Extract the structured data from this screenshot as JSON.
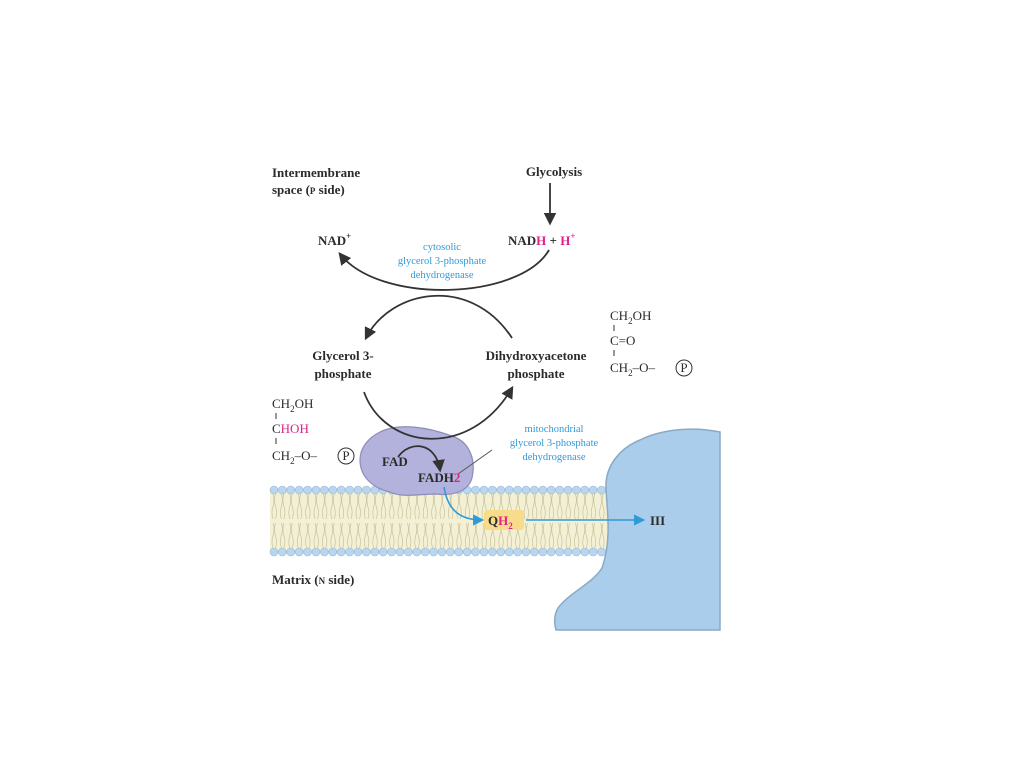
{
  "labels": {
    "intermembrane_line1": "Intermembrane",
    "intermembrane_line2_a": "space (",
    "intermembrane_line2_p": "P",
    "intermembrane_line2_b": " side)",
    "glycolysis": "Glycolysis",
    "nad": "NAD",
    "nad_sup": "+",
    "nadh_a": "NAD",
    "nadh_h": "H",
    "nadh_plus": " + ",
    "nadh_hplus": "H",
    "nadh_hplus_sup": "+",
    "glycerol_line1": "Glycerol 3-",
    "glycerol_line2": "phosphate",
    "dhap_line1": "Dihydroxyacetone",
    "dhap_line2": "phosphate",
    "fad": "FAD",
    "fadh_a": "FADH",
    "fadh_sub": "2",
    "qh_q": "Q",
    "qh_h": "H",
    "qh_sub": "2",
    "complex_iii": "III",
    "matrix_a": "Matrix (",
    "matrix_n": "N",
    "matrix_b": " side)"
  },
  "enzymes": {
    "cytosolic": [
      "cytosolic",
      "glycerol 3-phosphate",
      "dehydrogenase"
    ],
    "mitochondrial": [
      "mitochondrial",
      "glycerol 3-phosphate",
      "dehydrogenase"
    ]
  },
  "structures": {
    "dhap": {
      "ch2oh": "CH",
      "ch2oh_sub": "2",
      "ch2oh_end": "OH",
      "co": "C=O",
      "ch2op": "CH",
      "ch2op_sub": "2",
      "ch2op_end": "–O–",
      "phosphate": "P"
    },
    "glycerol": {
      "ch2oh": "CH",
      "ch2oh_sub": "2",
      "ch2oh_end": "OH",
      "c": "C",
      "hoh": "HOH",
      "ch2op": "CH",
      "ch2op_sub": "2",
      "ch2op_end": "–O–",
      "phosphate": "P"
    }
  },
  "colors": {
    "text": "#2b2b2b",
    "enzyme_blue": "#2f9ad8",
    "magenta": "#e0218a",
    "complex_fill": "#a9cdea",
    "enzyme_fill": "#b3b2dc",
    "membrane_head": "#b9d6ee",
    "qh2_highlight": "#f7dc8a"
  }
}
